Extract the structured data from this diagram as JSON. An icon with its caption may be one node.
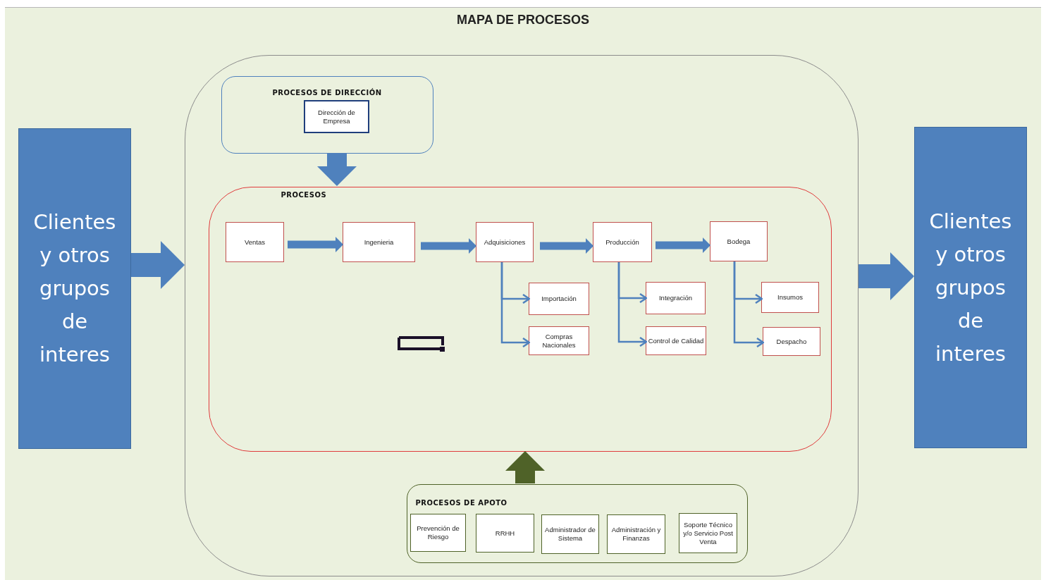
{
  "diagram": {
    "title": "MAPA DE PROCESOS",
    "nodes": [
      {
        "text": [
          "Clientes y otros grupos de interes"
        ]
      },
      {
        "text": [],
        "shape": "box"
      },
      {
        "text": [
          "PROCESOS DE DIRECCIÓN"
        ],
        "in": 1
      },
      {
        "text": [
          "Dirección de Empresa"
        ],
        "in": 2
      },
      {
        "text": [
          "PROCESOS"
        ],
        "in": 1
      },
      {
        "text": [
          "Ventas"
        ],
        "in": 4
      },
      {
        "text": [
          "Ingenieria"
        ],
        "in": 4
      },
      {
        "text": [
          "Adquisiciones"
        ],
        "in": 4
      },
      {
        "text": [
          "Producción"
        ],
        "in": 4
      },
      {
        "text": [
          "Bodega"
        ],
        "in": 4
      },
      {
        "text": [
          "Importación"
        ],
        "in": 4
      },
      {
        "text": [
          "Compras Nacionales"
        ],
        "in": 4
      },
      {
        "text": [
          "Integración"
        ],
        "in": 4
      },
      {
        "text": [
          "Control de Calidad"
        ],
        "in": 4
      },
      {
        "text": [
          "Insumos"
        ],
        "in": 4
      },
      {
        "text": [
          "Despacho"
        ],
        "in": 4
      },
      {
        "text": [
          "PROCESOS DE APOTO"
        ],
        "in": 1
      },
      {
        "text": [
          "Prevención de Riesgo"
        ],
        "in": 16
      },
      {
        "text": [
          "RRHH"
        ],
        "in": 16
      },
      {
        "text": [
          "Administrador de Sistema"
        ],
        "in": 16
      },
      {
        "text": [
          "Administración y Finanzas"
        ],
        "in": 16
      },
      {
        "text": [
          "Soporte Técnico y/o Servicio Post Venta"
        ],
        "in": 16
      },
      {
        "text": [
          "Clientes y otros grupos de interes"
        ]
      }
    ],
    "edges": [
      {
        "from": 0,
        "to": 1,
        "arrow": "to",
        "style": "thick"
      },
      {
        "from": 2,
        "to": 4,
        "arrow": "to",
        "style": "thick"
      },
      {
        "from": 16,
        "to": 4,
        "arrow": "to",
        "style": "thick",
        "color": "#4f6228"
      },
      {
        "from": 5,
        "to": 6,
        "arrow": "to"
      },
      {
        "from": 6,
        "to": 7,
        "arrow": "to"
      },
      {
        "from": 7,
        "to": 8,
        "arrow": "to"
      },
      {
        "from": 8,
        "to": 9,
        "arrow": "to"
      },
      {
        "from": 7,
        "to": 10,
        "arrow": "to"
      },
      {
        "from": 7,
        "to": 11,
        "arrow": "to"
      },
      {
        "from": 8,
        "to": 12,
        "arrow": "to"
      },
      {
        "from": 8,
        "to": 13,
        "arrow": "to"
      },
      {
        "from": 9,
        "to": 14,
        "arrow": "to"
      },
      {
        "from": 9,
        "to": 15,
        "arrow": "to"
      },
      {
        "from": 1,
        "to": 22,
        "arrow": "to",
        "style": "thick"
      }
    ]
  }
}
